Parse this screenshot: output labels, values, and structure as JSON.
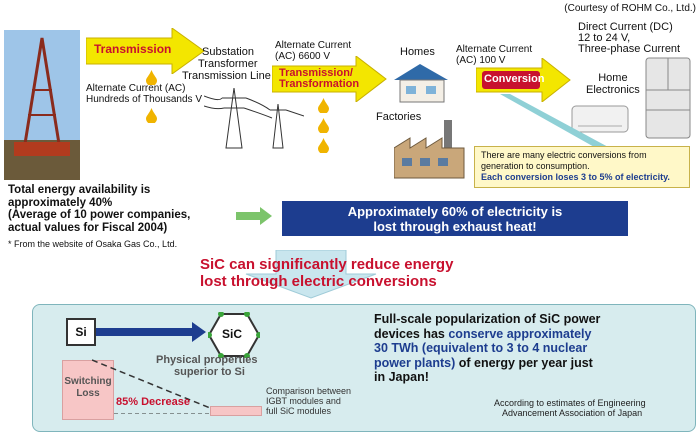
{
  "credit": "(Courtesy of ROHM Co., Ltd.)",
  "flow": {
    "transmission_label": "Transmission",
    "transmission_transformation_label_1": "Transmission/",
    "transmission_transformation_label_2": "Transformation",
    "conversion_label": "Conversion",
    "substation_1": "Substation",
    "substation_2": "Transformer",
    "substation_3": "Transmission Line",
    "ac_hundreds_1": "Alternate Current (AC)",
    "ac_hundreds_2": "Hundreds of Thousands V",
    "ac_6600_1": "Alternate Current",
    "ac_6600_2": "(AC) 6600 V",
    "homes": "Homes",
    "factories": "Factories",
    "ac_100_1": "Alternate Current",
    "ac_100_2": "(AC) 100 V",
    "dc_1": "Direct Current (DC)",
    "dc_2": "12 to 24 V,",
    "dc_3": "Three-phase Current",
    "home_electronics_1": "Home",
    "home_electronics_2": "Electronics"
  },
  "note": {
    "line1": "There are many electric conversions from",
    "line2": "generation to consumption.",
    "line3": "Each conversion loses 3 to 5% of electricity."
  },
  "availability": {
    "line1": "Total energy availability is",
    "line2": "approximately 40%",
    "line3": "(Average of 10 power companies,",
    "line4": "actual values for Fiscal 2004)",
    "footnote": "* From the website of Osaka Gas Co., Ltd."
  },
  "loss_box": {
    "line1": "Approximately 60% of electricity is",
    "line2": "lost through exhaust heat!"
  },
  "sic_headline": {
    "line1": "SiC can significantly reduce energy",
    "line2": "lost through electric conversions"
  },
  "panel": {
    "si_label": "Si",
    "sic_label": "SiC",
    "physical_1": "Physical properties",
    "physical_2": "superior to Si",
    "switching_1": "Switching",
    "switching_2": "Loss",
    "decrease": "85% Decrease",
    "comparison_1": "Comparison between",
    "comparison_2": "IGBT modules and",
    "comparison_3": "full SiC modules",
    "main_1": "Full-scale popularization of SiC power",
    "main_2a": "devices has ",
    "main_2b": "conserve approximately",
    "main_3": "30 TWh (equivalent to 3 to 4 nuclear",
    "main_4a": "power plants)",
    "main_4b": " of energy per year just",
    "main_5": "in Japan!",
    "source_1": "According to estimates of Engineering",
    "source_2": "Advancement Association of Japan"
  },
  "colors": {
    "arrow_yellow": "#f3e600",
    "drop_yellow": "#f0b400",
    "navy": "#1d3d8f",
    "accent_red": "#c8102e",
    "panel_teal": "#d7ecee",
    "pink": "#f7c6c6"
  }
}
